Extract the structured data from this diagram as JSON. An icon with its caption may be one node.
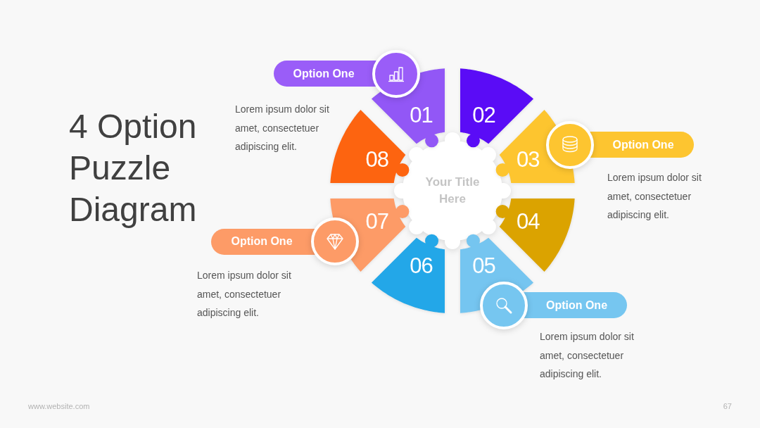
{
  "diagram": {
    "title": "4 Option Puzzle Diagram",
    "nodes": [
      {
        "text": [
          "01"
        ]
      },
      {
        "text": [
          "02"
        ]
      },
      {
        "text": [
          "03"
        ]
      },
      {
        "text": [
          "04"
        ]
      },
      {
        "text": [
          "05"
        ]
      },
      {
        "text": [
          "06"
        ]
      },
      {
        "text": [
          "07"
        ]
      },
      {
        "text": [
          "08"
        ]
      },
      {
        "text": [
          "Your Title Here"
        ]
      },
      {
        "text": [
          "Option One"
        ]
      },
      {
        "text": [
          "Option One"
        ]
      },
      {
        "text": [
          "Option One"
        ]
      },
      {
        "text": [
          "Option One"
        ]
      }
    ],
    "labels": [
      "Lorem ipsum dolor sit amet, consectetuer adipiscing elit.",
      "Lorem ipsum dolor sit amet, consectetuer adipiscing elit.",
      "Lorem ipsum dolor sit amet, consectetuer adipiscing elit.",
      "Lorem ipsum dolor sit amet, consectetuer adipiscing elit.",
      "www.website.com",
      "67"
    ]
  }
}
